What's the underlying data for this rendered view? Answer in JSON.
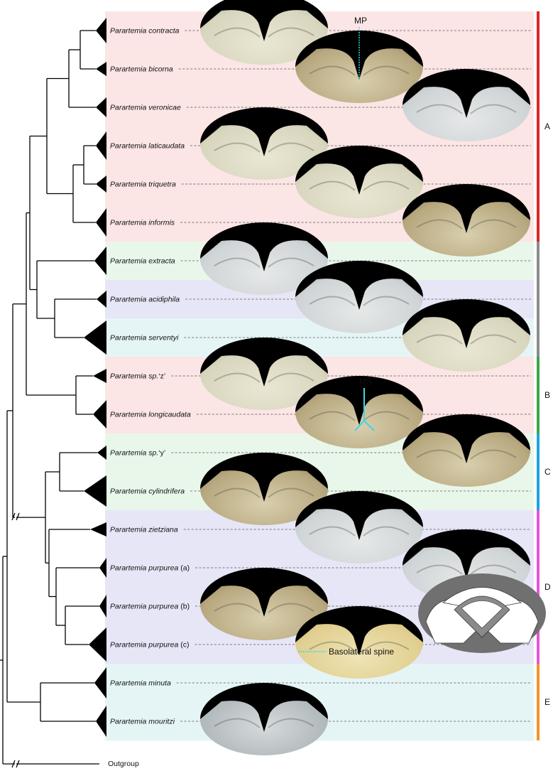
{
  "taxa": [
    {
      "genus": "Parartemia",
      "epithet": "contracta",
      "suffix": "",
      "color": "#fbe5e5"
    },
    {
      "genus": "Parartemia",
      "epithet": "bicorna",
      "suffix": "",
      "color": "#fbe5e5"
    },
    {
      "genus": "Parartemia",
      "epithet": "veronicae",
      "suffix": "",
      "color": "#fbe5e5"
    },
    {
      "genus": "Parartemia",
      "epithet": "laticaudata",
      "suffix": "",
      "color": "#fbe5e5"
    },
    {
      "genus": "Parartemia",
      "epithet": "triquetra",
      "suffix": "",
      "color": "#fbe5e5"
    },
    {
      "genus": "Parartemia",
      "epithet": "informis",
      "suffix": "",
      "color": "#fbe5e5"
    },
    {
      "genus": "Parartemia",
      "epithet": "extracta",
      "suffix": "",
      "color": "#e9f7ea"
    },
    {
      "genus": "Parartemia",
      "epithet": "acidiphila",
      "suffix": "",
      "color": "#e6e6f7"
    },
    {
      "genus": "Parartemia",
      "epithet": "serventyi",
      "suffix": "",
      "color": "#e5f5f6"
    },
    {
      "genus": "Parartemia",
      "epithet": "sp.",
      "suffix": "‘z’",
      "color": "#fbe5e5"
    },
    {
      "genus": "Parartemia",
      "epithet": "longicaudata",
      "suffix": "",
      "color": "#fbe5e5"
    },
    {
      "genus": "Parartemia",
      "epithet": "sp.",
      "suffix": "‘y’",
      "color": "#e9f7ea"
    },
    {
      "genus": "Parartemia",
      "epithet": "cylindrifera",
      "suffix": "",
      "color": "#e9f7ea"
    },
    {
      "genus": "Parartemia",
      "epithet": "zietziana",
      "suffix": "",
      "color": "#e6e6f7"
    },
    {
      "genus": "Parartemia",
      "epithet": "purpurea",
      "suffix": "(a)",
      "color": "#e6e6f7"
    },
    {
      "genus": "Parartemia",
      "epithet": "purpurea",
      "suffix": "(b)",
      "color": "#e6e6f7"
    },
    {
      "genus": "Parartemia",
      "epithet": "purpurea",
      "suffix": "(c)",
      "color": "#e6e6f7"
    },
    {
      "genus": "Parartemia",
      "epithet": "minuta",
      "suffix": "",
      "color": "#e5f5f6"
    },
    {
      "genus": "Parartemia",
      "epithet": "mouritzi",
      "suffix": "",
      "color": "#e5f5f6"
    }
  ],
  "outgroup": "Outgroup",
  "groups": [
    {
      "label": "A",
      "color": "#e02424"
    },
    {
      "label": "",
      "color": "#8c8c8c"
    },
    {
      "label": "B",
      "color": "#3aa845"
    },
    {
      "label": "C",
      "color": "#1fa3e0"
    },
    {
      "label": "D",
      "color": "#e455d6"
    },
    {
      "label": "E",
      "color": "#f0952a"
    }
  ],
  "annotations": {
    "mp": "MP",
    "ms": "MS",
    "basolateral": "Basolateral spine"
  },
  "annotation_color": "#3fd6e6"
}
